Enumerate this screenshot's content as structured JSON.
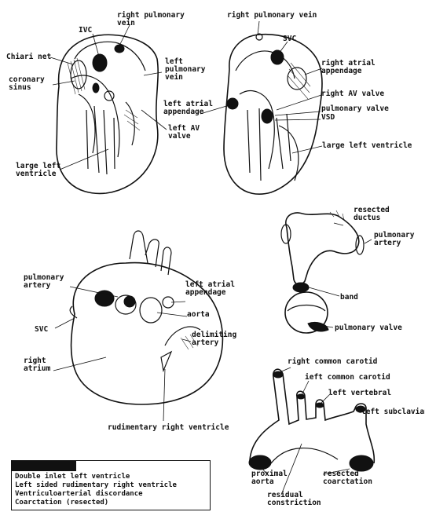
{
  "labels": {
    "ivc": "IVC",
    "right_pulmonary_vein_a": "right pulmonary vein",
    "chiari_net": "Chiari net",
    "coronary_sinus": "coronary sinus",
    "left_pulmonary_vein": "left pulmonary vein",
    "left_av_valve": "left AV valve",
    "large_left_ventricle_a": "large left ventricle",
    "right_pulmonary_vein_b": "right pulmonary vein",
    "svc_b": "SVC",
    "right_atrial_appendage": "right atrial appendage",
    "right_av_valve": "right AV valve",
    "left_atrial_appendage_b": "left atrial appendage",
    "pulmonary_valve_b": "pulmonary valve",
    "vsd": "VSD",
    "large_left_ventricle_b": "large left ventricle",
    "pulmonary_artery_c": "pulmonary artery",
    "left_atrial_appendage_c": "left atrial appendage",
    "aorta_c": "aorta",
    "svc_c": "SVC",
    "delimiting_artery": "delimiting artery",
    "right_atrium": "right atrium",
    "rudimentary_right_ventricle": "rudimentary right ventricle",
    "resected_ductus": "resected ductus",
    "pulmonary_artery_d": "pulmonary artery",
    "band": "band",
    "pulmonary_valve_d": "pulmonary valve",
    "right_common_carotid": "right common carotid",
    "left_common_carotid": "ieft common carotid",
    "left_vertebral": "left vertebral",
    "left_subclavian": "left subclavian",
    "proximal_aorta": "proximal aorta",
    "resected_coarctation": "resected coarctation",
    "residual_constriction": "residual constriction"
  },
  "legend": {
    "items": [
      "Double inlet left ventricle",
      "Left sided rudimentary right ventricle",
      "Ventriculoarterial discordance",
      "Coarctation (resected)"
    ]
  }
}
